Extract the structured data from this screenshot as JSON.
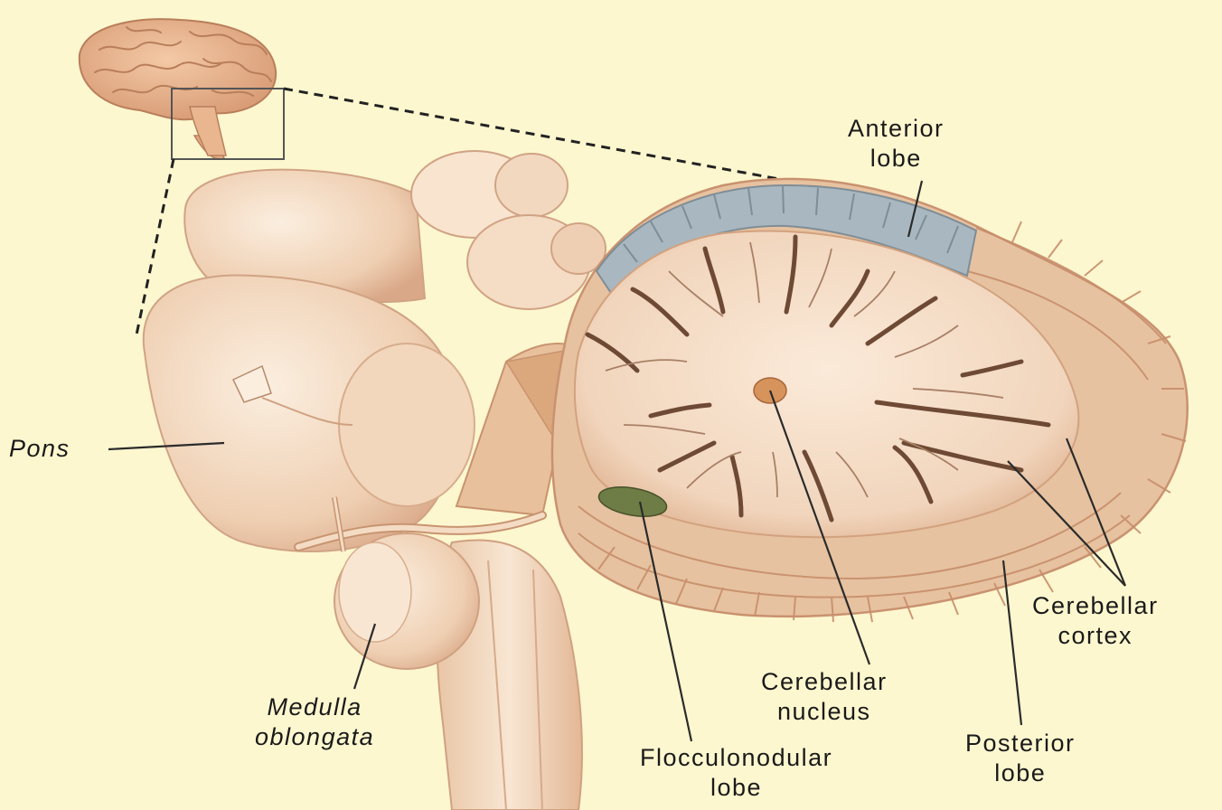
{
  "labels": {
    "anterior_lobe": [
      "Anterior",
      "lobe"
    ],
    "pons": [
      "Pons"
    ],
    "cerebellar_cortex": [
      "Cerebellar",
      "cortex"
    ],
    "cerebellar_nucleus": [
      "Cerebellar",
      "nucleus"
    ],
    "posterior_lobe": [
      "Posterior",
      "lobe"
    ],
    "medulla_oblongata": [
      "Medulla",
      "oblongata"
    ],
    "flocculonodular_lobe": [
      "Flocculonodular",
      "lobe"
    ]
  },
  "colors": {
    "background": "#fdf7cf",
    "tissue_light": "#f6e3cc",
    "tissue_mid": "#ecc7a6",
    "tissue_dark": "#c99270",
    "cortex_band": "#a9b7c0",
    "flocculus": "#6e7d45",
    "leader_line": "#2b2b2b"
  }
}
